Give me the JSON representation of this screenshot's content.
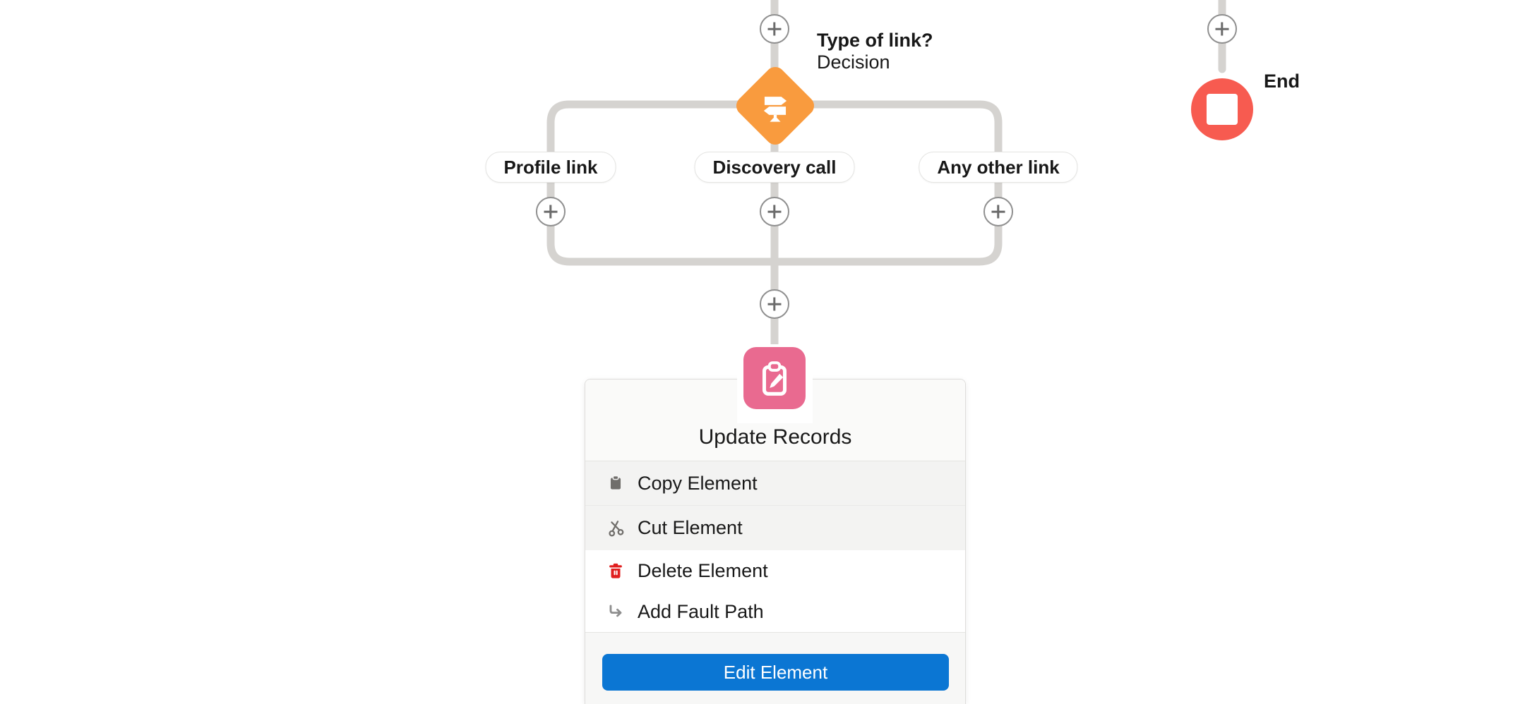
{
  "canvas": {
    "decision_node": {
      "title": "Type of link?",
      "subtitle": "Decision"
    },
    "branch_labels": [
      {
        "label": "Profile link"
      },
      {
        "label": "Discovery call"
      },
      {
        "label": "Any other link"
      }
    ],
    "end_node": {
      "label": "End"
    }
  },
  "context_menu": {
    "title": "Update Records",
    "items": [
      {
        "label": "Copy Element",
        "icon": "clipboard-icon"
      },
      {
        "label": "Cut Element",
        "icon": "scissors-icon"
      },
      {
        "label": "Delete Element",
        "icon": "trash-icon"
      },
      {
        "label": "Add Fault Path",
        "icon": "fault-path-icon"
      }
    ],
    "primary_action": "Edit Element"
  },
  "colors": {
    "decision-orange": "#F99B3E",
    "update-pink": "#E96A90",
    "end-red": "#F75B50",
    "button-blue": "#0B76D3",
    "connector-gray": "#D5D3D0",
    "menu-icon-gray": "#706E6B",
    "delete-red": "#E01F1F",
    "text-dark": "#181818"
  }
}
